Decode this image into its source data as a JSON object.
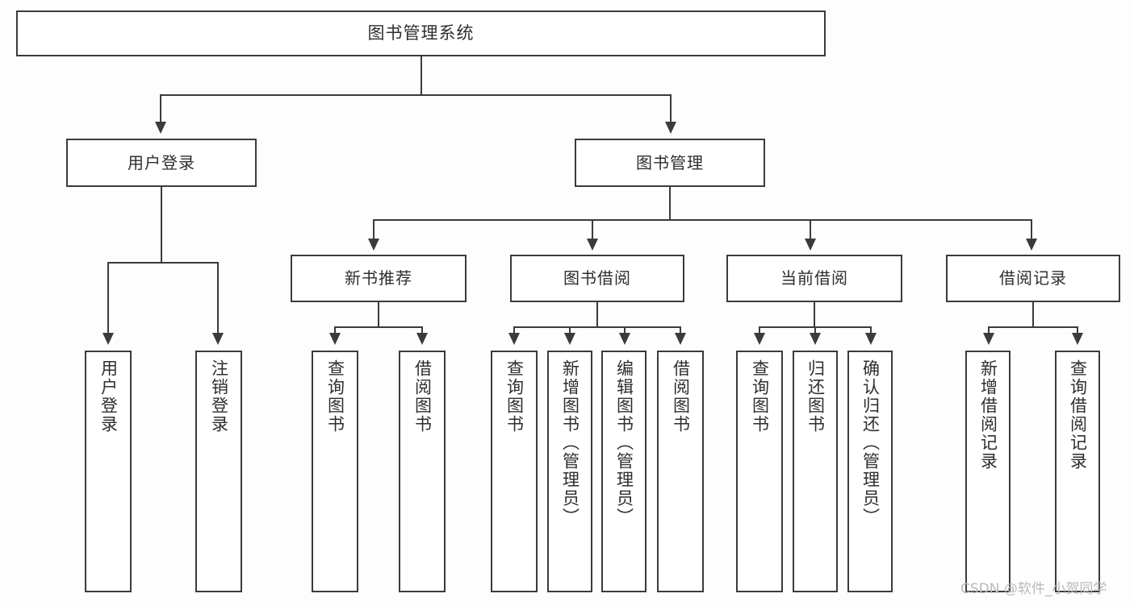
{
  "diagram": {
    "title": "图书管理系统",
    "type": "tree-structure-chart",
    "root": {
      "label": "图书管理系统"
    },
    "level1": [
      {
        "label": "用户登录"
      },
      {
        "label": "图书管理"
      }
    ],
    "level2": [
      {
        "label": "新书推荐"
      },
      {
        "label": "图书借阅"
      },
      {
        "label": "当前借阅"
      },
      {
        "label": "借阅记录"
      }
    ],
    "leaves": {
      "user_login": [
        {
          "label": "用户登录"
        },
        {
          "label": "注销登录"
        }
      ],
      "new_book_recommend": [
        {
          "label": "查询图书"
        },
        {
          "label": "借阅图书"
        }
      ],
      "book_borrow": [
        {
          "label": "查询图书"
        },
        {
          "label": "新增图书（管理员）"
        },
        {
          "label": "编辑图书（管理员）"
        },
        {
          "label": "借阅图书"
        }
      ],
      "current_borrow": [
        {
          "label": "查询图书"
        },
        {
          "label": "归还图书"
        },
        {
          "label": "确认归还（管理员）"
        }
      ],
      "borrow_record": [
        {
          "label": "新增借阅记录"
        },
        {
          "label": "查询借阅记录"
        }
      ]
    }
  },
  "watermark": {
    "text": "CSDN @软件_小贺同学"
  },
  "colors": {
    "stroke": "#3b3b3b",
    "box_fill": "#ffffff",
    "text": "#2e2e2e",
    "background": "#fdfdfd",
    "watermark": "#b9b9b9"
  }
}
